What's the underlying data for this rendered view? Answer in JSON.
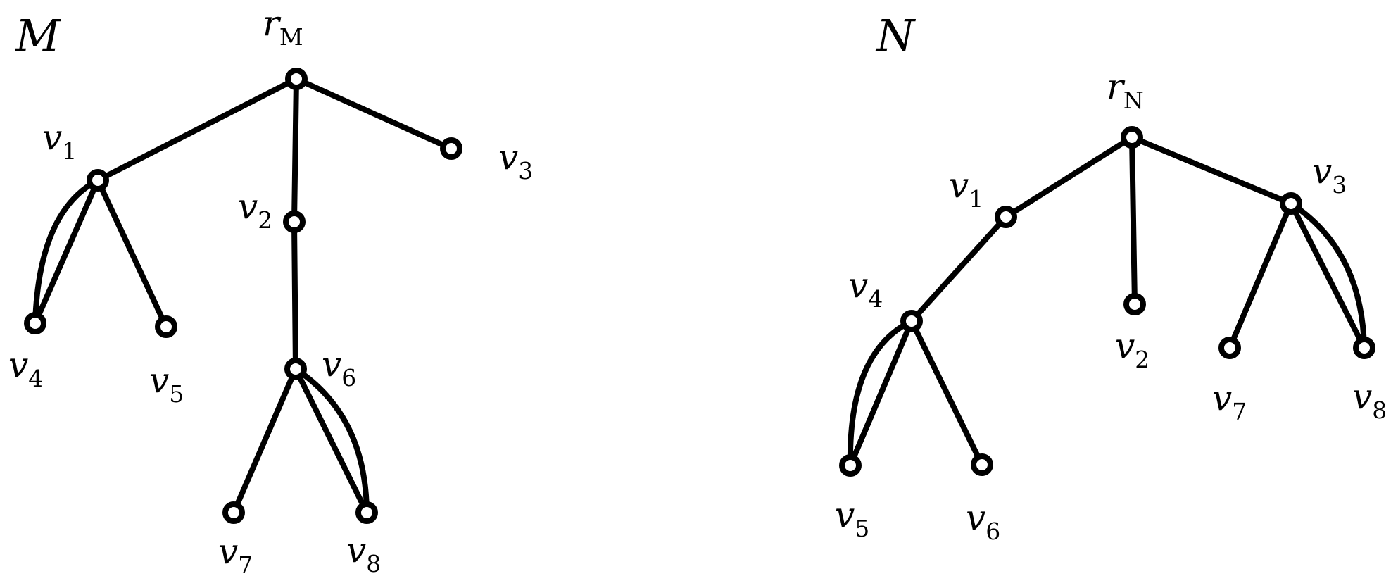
{
  "colors": {
    "stroke": "#000000",
    "node_fill": "#ffffff",
    "background": "#ffffff"
  },
  "graphs": [
    {
      "id": "M",
      "title": "M",
      "nodes": [
        {
          "id": "rM",
          "label_main": "r",
          "label_sub": "M"
        },
        {
          "id": "v1",
          "label_main": "v",
          "label_sub": "1"
        },
        {
          "id": "v2",
          "label_main": "v",
          "label_sub": "2"
        },
        {
          "id": "v3",
          "label_main": "v",
          "label_sub": "3"
        },
        {
          "id": "v4",
          "label_main": "v",
          "label_sub": "4"
        },
        {
          "id": "v5",
          "label_main": "v",
          "label_sub": "5"
        },
        {
          "id": "v6",
          "label_main": "v",
          "label_sub": "6"
        },
        {
          "id": "v7",
          "label_main": "v",
          "label_sub": "7"
        },
        {
          "id": "v8",
          "label_main": "v",
          "label_sub": "8"
        }
      ],
      "edges": [
        {
          "from": "rM",
          "to": "v1"
        },
        {
          "from": "rM",
          "to": "v2"
        },
        {
          "from": "rM",
          "to": "v3"
        },
        {
          "from": "v1",
          "to": "v4",
          "double": true
        },
        {
          "from": "v1",
          "to": "v5"
        },
        {
          "from": "v2",
          "to": "v6"
        },
        {
          "from": "v6",
          "to": "v7"
        },
        {
          "from": "v6",
          "to": "v8",
          "double": true
        }
      ]
    },
    {
      "id": "N",
      "title": "N",
      "nodes": [
        {
          "id": "rN",
          "label_main": "r",
          "label_sub": "N"
        },
        {
          "id": "v1",
          "label_main": "v",
          "label_sub": "1"
        },
        {
          "id": "v2",
          "label_main": "v",
          "label_sub": "2"
        },
        {
          "id": "v3",
          "label_main": "v",
          "label_sub": "3"
        },
        {
          "id": "v4",
          "label_main": "v",
          "label_sub": "4"
        },
        {
          "id": "v5",
          "label_main": "v",
          "label_sub": "5"
        },
        {
          "id": "v6",
          "label_main": "v",
          "label_sub": "6"
        },
        {
          "id": "v7",
          "label_main": "v",
          "label_sub": "7"
        },
        {
          "id": "v8",
          "label_main": "v",
          "label_sub": "8"
        }
      ],
      "edges": [
        {
          "from": "rN",
          "to": "v1"
        },
        {
          "from": "rN",
          "to": "v2"
        },
        {
          "from": "rN",
          "to": "v3"
        },
        {
          "from": "v1",
          "to": "v4"
        },
        {
          "from": "v4",
          "to": "v5",
          "double": true
        },
        {
          "from": "v4",
          "to": "v6"
        },
        {
          "from": "v3",
          "to": "v7"
        },
        {
          "from": "v3",
          "to": "v8",
          "double": true
        }
      ]
    }
  ]
}
